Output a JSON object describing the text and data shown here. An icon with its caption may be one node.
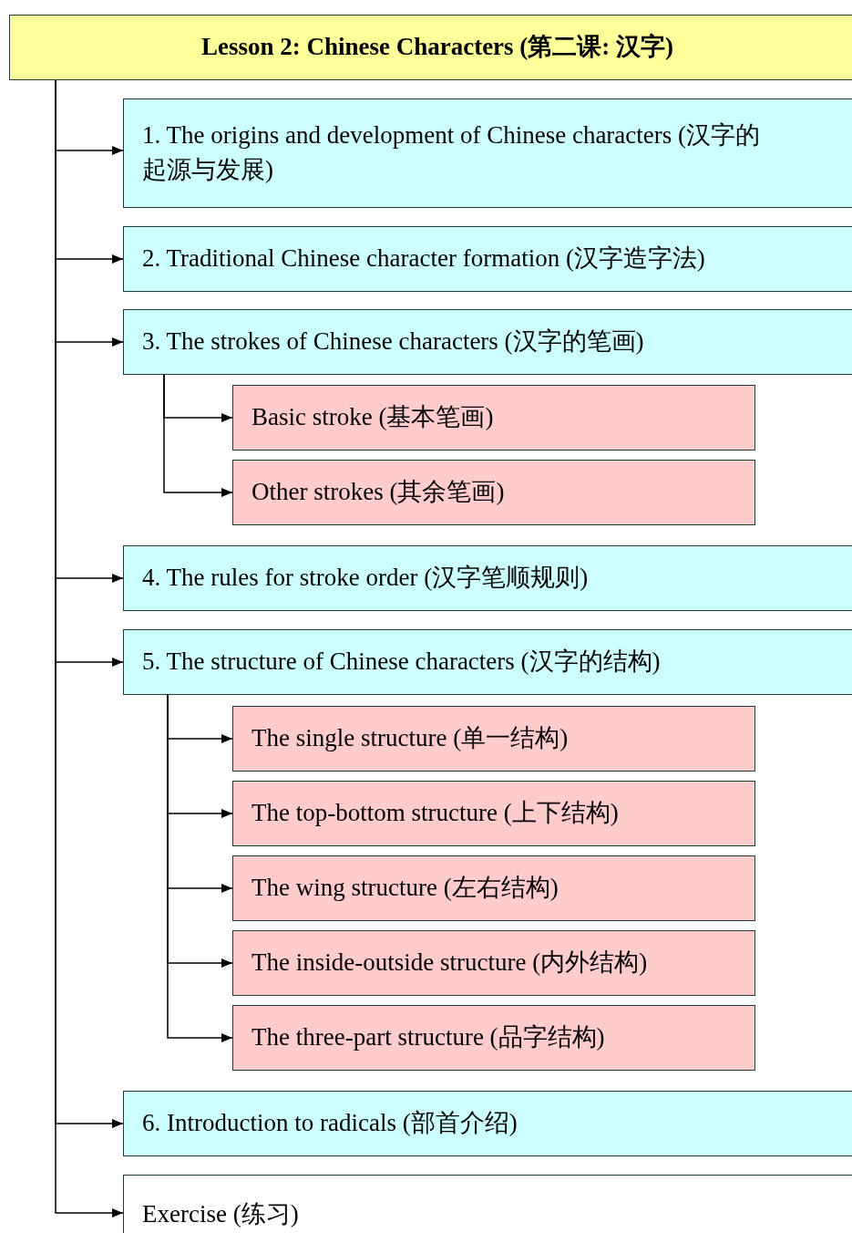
{
  "diagram": {
    "nodes": [
      {
        "text": [
          "Lesson 2: Chinese Characters (第二课: 汉字)"
        ]
      },
      {
        "text": [
          "1. The origins and development of Chinese characters (汉字的起源与发展)"
        ]
      },
      {
        "text": [
          "2. Traditional Chinese character formation (汉字造字法)"
        ]
      },
      {
        "text": [
          "3. The strokes of Chinese characters (汉字的笔画)"
        ]
      },
      {
        "text": [
          "Basic stroke (基本笔画)"
        ]
      },
      {
        "text": [
          "Other strokes (其余笔画)"
        ]
      },
      {
        "text": [
          "4. The rules for stroke order (汉字笔顺规则)"
        ]
      },
      {
        "text": [
          "5. The structure of Chinese characters (汉字的结构)"
        ]
      },
      {
        "text": [
          "The single structure (单一结构)"
        ]
      },
      {
        "text": [
          "The top-bottom structure (上下结构)"
        ]
      },
      {
        "text": [
          "The wing structure (左右结构)"
        ]
      },
      {
        "text": [
          "The inside-outside structure (内外结构)"
        ]
      },
      {
        "text": [
          "The three-part structure (品字结构)"
        ]
      },
      {
        "text": [
          "6. Introduction to radicals (部首介绍)"
        ]
      },
      {
        "text": [
          "Exercise (练习)"
        ]
      }
    ],
    "edges": [
      {
        "from": 0,
        "to": 1,
        "arrow": "to"
      },
      {
        "from": 0,
        "to": 2,
        "arrow": "to"
      },
      {
        "from": 0,
        "to": 3,
        "arrow": "to"
      },
      {
        "from": 3,
        "to": 4,
        "arrow": "to"
      },
      {
        "from": 3,
        "to": 5,
        "arrow": "to"
      },
      {
        "from": 0,
        "to": 6,
        "arrow": "to"
      },
      {
        "from": 0,
        "to": 7,
        "arrow": "to"
      },
      {
        "from": 7,
        "to": 8,
        "arrow": "to"
      },
      {
        "from": 7,
        "to": 9,
        "arrow": "to"
      },
      {
        "from": 7,
        "to": 10,
        "arrow": "to"
      },
      {
        "from": 7,
        "to": 11,
        "arrow": "to"
      },
      {
        "from": 7,
        "to": 12,
        "arrow": "to"
      },
      {
        "from": 0,
        "to": 13,
        "arrow": "to"
      },
      {
        "from": 0,
        "to": 14,
        "arrow": "to"
      }
    ]
  }
}
